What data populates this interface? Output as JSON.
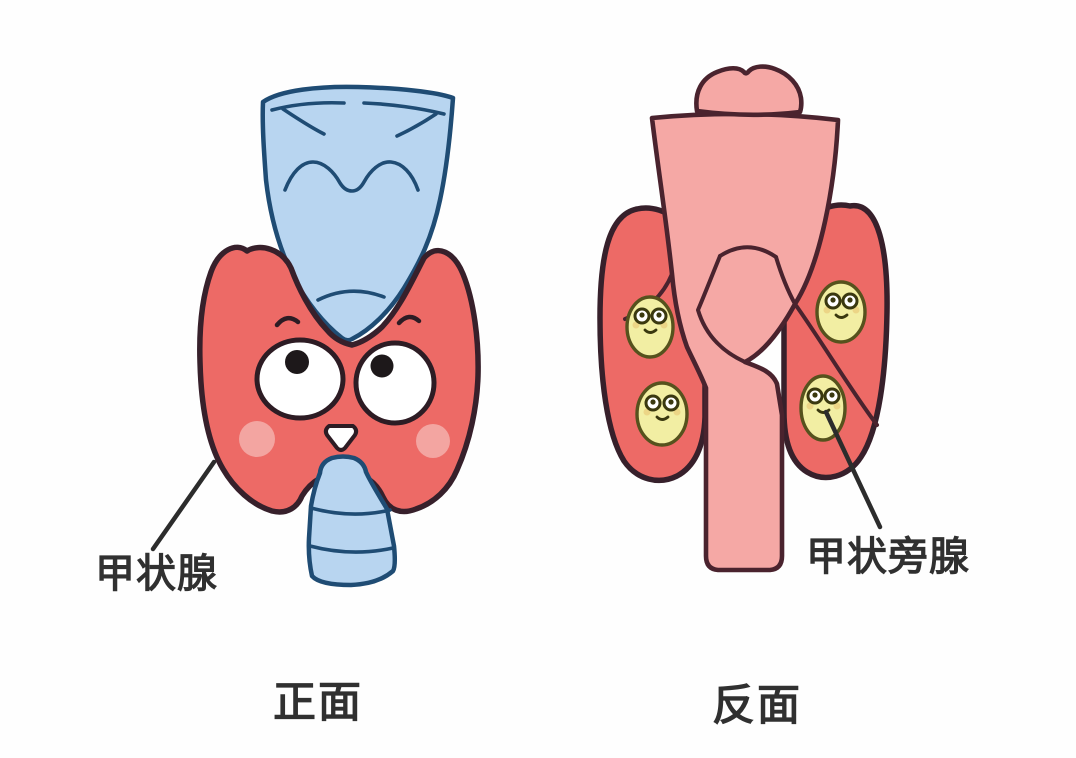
{
  "illustration": {
    "front_view": {
      "organ_label": "甲状腺",
      "caption": "正面"
    },
    "back_view": {
      "organ_label": "甲状旁腺",
      "caption": "反面"
    }
  },
  "colors": {
    "bg": "#fefefe",
    "thyroid_red": "#ed6a66",
    "thyroid_outline": "#37202b",
    "cheek_pink": "#f3a5a1",
    "larynx_blue": "#b8d5f0",
    "larynx_outline": "#1f4c74",
    "back_pink": "#f5a8a5",
    "back_outline": "#4a232e",
    "gland_yellow": "#f2eea3",
    "gland_outline": "#56521d",
    "gland_face": "#3a380f",
    "eye_white": "#ffffff",
    "pupil_black": "#1d181a",
    "face_outline": "#2d1c24",
    "line_color": "#2c2c2c",
    "label_color": "#303030"
  }
}
